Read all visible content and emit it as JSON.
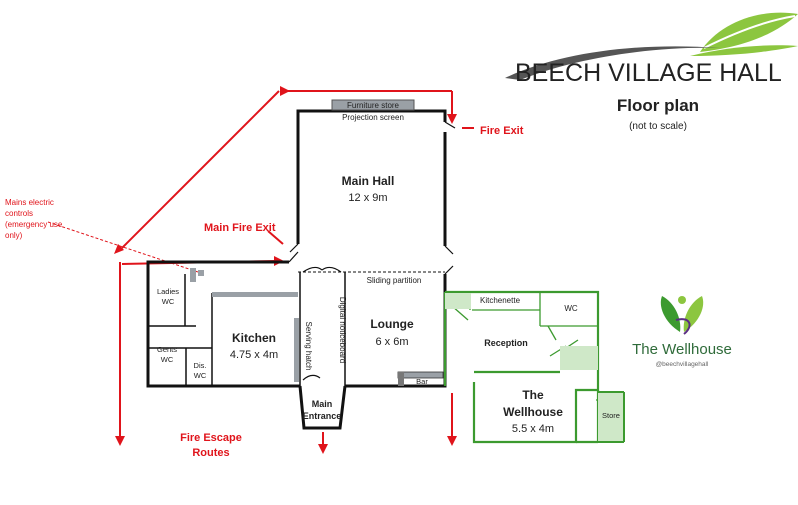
{
  "header": {
    "logo_text": "BEECH VILLAGE HALL",
    "title": "Floor plan",
    "subtitle": "(not to scale)"
  },
  "rooms": {
    "main_hall": {
      "name": "Main Hall",
      "size": "12 x 9m"
    },
    "furniture_store": "Furniture store",
    "projection_screen": "Projection screen",
    "sliding_partition": "Sliding partition",
    "lounge": {
      "name": "Lounge",
      "size": "6 x 6m"
    },
    "digital_noticeboard": "Digital noticeboard",
    "serving_hatch": "Serving hatch",
    "kitchen": {
      "name": "Kitchen",
      "size": "4.75 x 4m"
    },
    "ladies_wc": [
      "Ladies",
      "WC"
    ],
    "gents_wc": [
      "Gents",
      "WC"
    ],
    "dis_wc": [
      "Dis.",
      "WC"
    ],
    "bar": "Bar",
    "main_entrance": [
      "Main",
      "Entrance"
    ],
    "kitchenette": "Kitchenette",
    "wc": "WC",
    "reception": "Reception",
    "wellhouse": {
      "name_lines": [
        "The",
        "Wellhouse"
      ],
      "size": "5.5 x 4m"
    },
    "store": "Store"
  },
  "annotations": {
    "fire_exit": "Fire Exit",
    "main_fire_exit": "Main Fire Exit",
    "mains_controls": [
      "Mains electric",
      "controls",
      "(emergency use",
      "only)"
    ],
    "fire_escape_routes": [
      "Fire Escape",
      "Routes"
    ]
  },
  "wellhouse_logo": {
    "name": "The Wellhouse",
    "handle": "@beechvillagehall"
  },
  "colors": {
    "red": "#e0141b",
    "green": "#3c9a2f",
    "light_green": "#cfe8c8",
    "wall": "#111111",
    "grey_fixture": "#9aa0a6"
  }
}
